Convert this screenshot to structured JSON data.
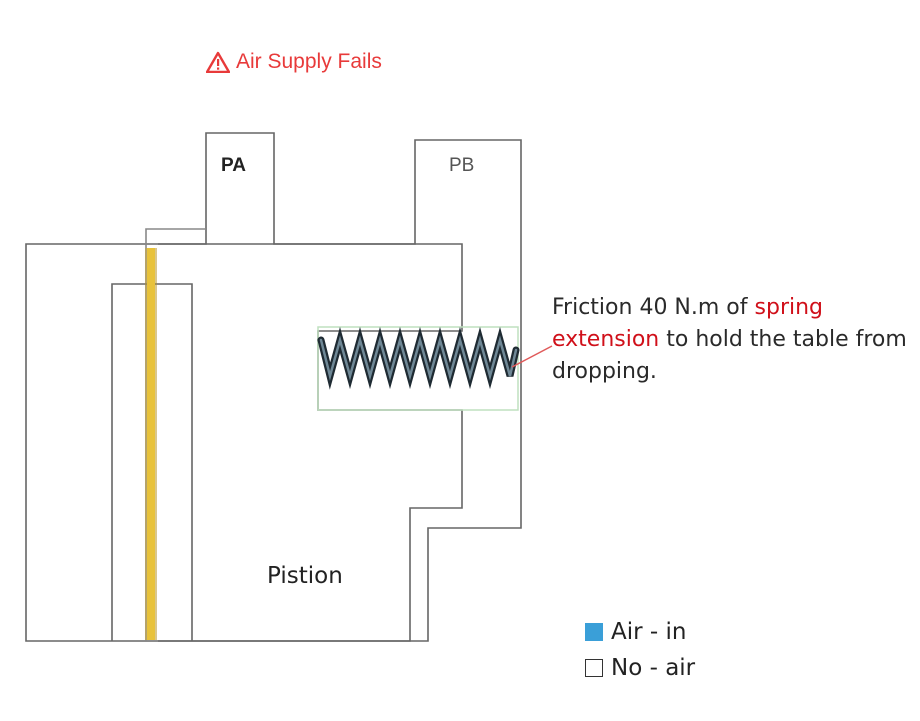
{
  "title": "Air Supply Fails",
  "ports": {
    "a": "PA",
    "b": "PB"
  },
  "piston_label": "Pistion",
  "note": {
    "part1": "Friction 40 N.m of ",
    "highlight": "spring extension",
    "part2": " to hold the table from dropping."
  },
  "legend": [
    {
      "label": "Air - in",
      "color": "#3a9fd8"
    },
    {
      "label": "No - air",
      "color": "#ffffff"
    }
  ],
  "colors": {
    "warning": "#e83a3a",
    "highlight": "#d0101a",
    "rod": "#e8c23a",
    "spring": "#2f3f4a",
    "spring_box": "#bfe0bf"
  }
}
